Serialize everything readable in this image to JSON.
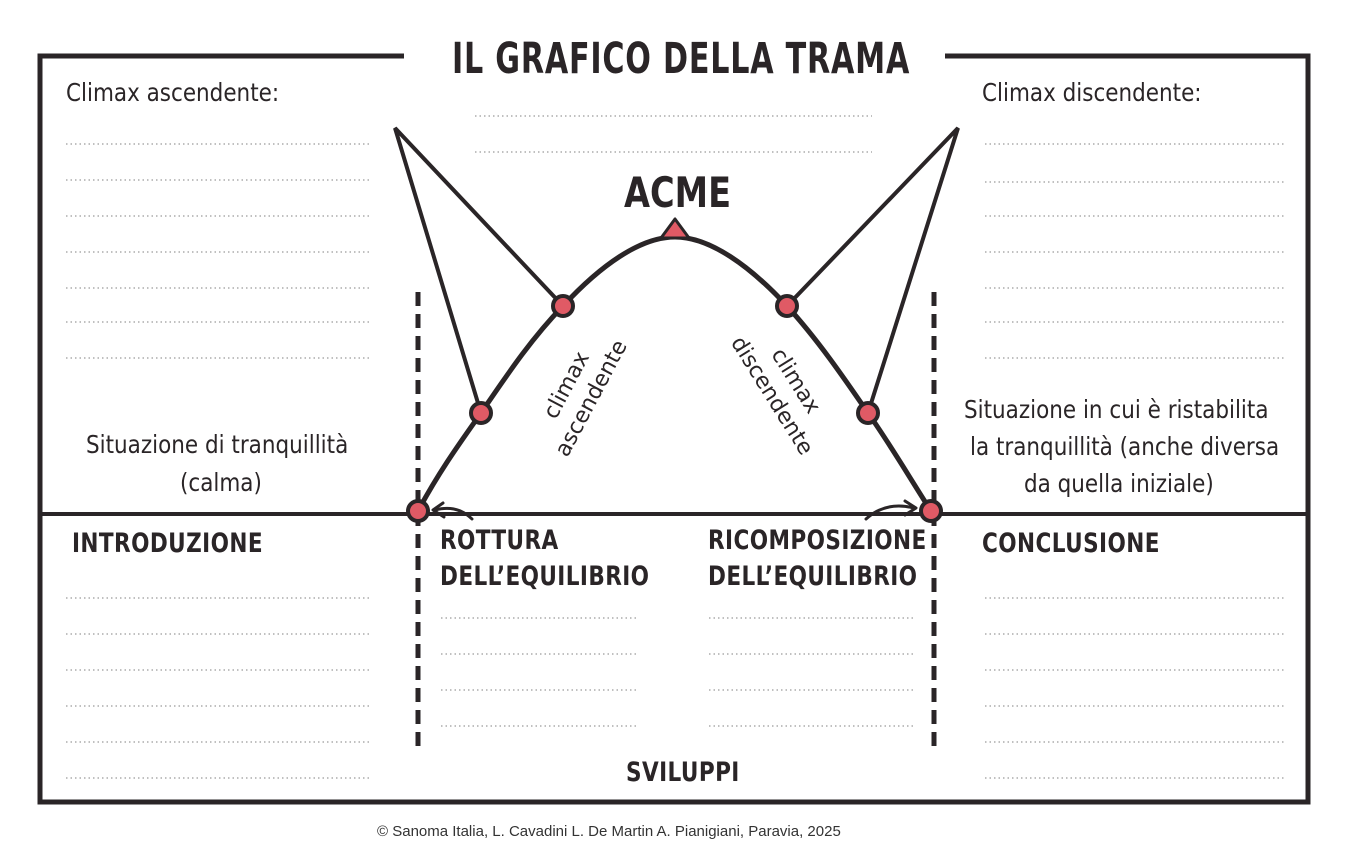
{
  "title": "IL GRAFICO DELLA TRAMA",
  "labels": {
    "climax_ascendente_heading": "Climax ascendente:",
    "climax_discendente_heading": "Climax discendente:",
    "acme": "ACME",
    "climax_ascendente_line1": "climax",
    "climax_ascendente_line2": "ascendente",
    "climax_discendente_line1": "climax",
    "climax_discendente_line2": "discendente",
    "tranquillita_line1": "Situazione di tranquillità",
    "tranquillita_line2": "(calma)",
    "ristabilita_line1": "Situazione in cui è ristabilita",
    "ristabilita_line2": "la tranquillità (anche diversa",
    "ristabilita_line3": "da quella iniziale)",
    "introduzione": "INTRODUZIONE",
    "rottura_line1": "ROTTURA",
    "rottura_line2": "DELL’EQUILIBRIO",
    "ricomposizione_line1": "RICOMPOSIZIONE",
    "ricomposizione_line2": "DELL’EQUILIBRIO",
    "conclusione": "CONCLUSIONE",
    "sviluppi": "SVILUPPI"
  },
  "credit": "© Sanoma  Italia, L. Cavadini  L. De Martin  A. Pianigiani, Paravia, 2025",
  "colors": {
    "ink": "#2a2527",
    "accent": "#e05a65",
    "dotted": "#9a9a9a"
  }
}
